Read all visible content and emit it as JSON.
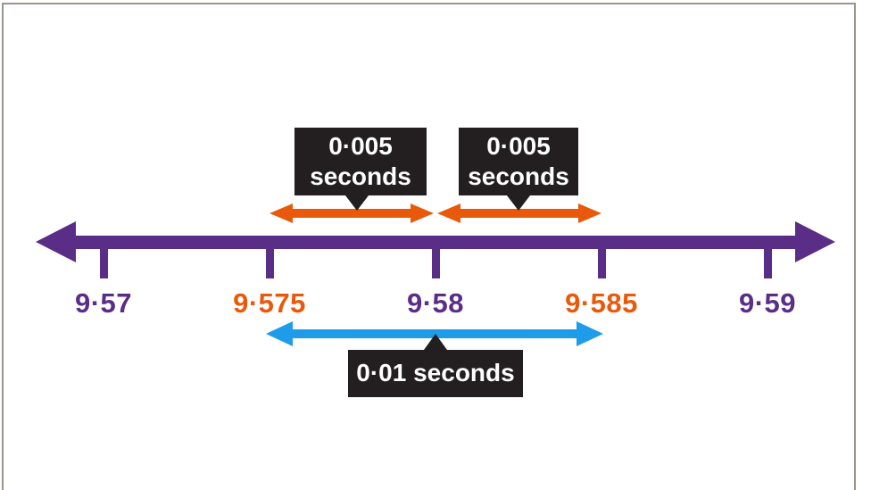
{
  "figure": {
    "description": "Number line from 9·57 to 9·59 seconds showing two 0·005-second intervals and one 0·01-second interval",
    "colors": {
      "line_purple": "#5a2e86",
      "interval_orange": "#e8590c",
      "interval_blue": "#1f9ce9",
      "callout_background": "#231f20",
      "callout_text": "#ffffff",
      "frame_border": "#9b948b",
      "background": "#ffffff"
    },
    "numberline": {
      "ticks": [
        {
          "label": "9·57",
          "color": "#5a2e86"
        },
        {
          "label": "9·575",
          "color": "#e8590c"
        },
        {
          "label": "9·58",
          "color": "#5a2e86"
        },
        {
          "label": "9·585",
          "color": "#e8590c"
        },
        {
          "label": "9·59",
          "color": "#5a2e86"
        }
      ]
    },
    "callouts": {
      "left": {
        "line1": "0·005",
        "line2": "seconds"
      },
      "right": {
        "line1": "0·005",
        "line2": "seconds"
      },
      "bottom": {
        "text": "0·01 seconds"
      }
    },
    "intervals": [
      {
        "from": "9·575",
        "to": "9·58",
        "label": "0·005 seconds",
        "color": "#e8590c"
      },
      {
        "from": "9·58",
        "to": "9·585",
        "label": "0·005 seconds",
        "color": "#e8590c"
      },
      {
        "from": "9·575",
        "to": "9·585",
        "label": "0·01 seconds",
        "color": "#1f9ce9"
      }
    ]
  }
}
